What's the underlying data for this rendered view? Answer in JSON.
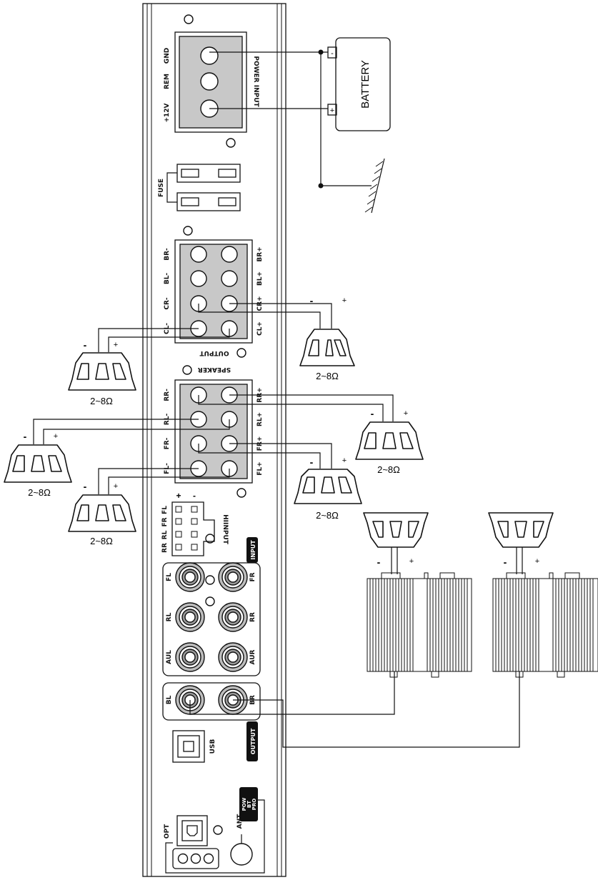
{
  "power": {
    "terminals": [
      "GND",
      "REM",
      "+12V"
    ],
    "section_label": "POWER INPUT",
    "battery_label": "BATTERY",
    "battery_neg": "-",
    "battery_pos": "+"
  },
  "fuse_label": "FUSE",
  "output_block": {
    "left_labels": [
      "BR-",
      "BL-",
      "CR-",
      "CL-"
    ],
    "right_labels": [
      "BR+",
      "BL+",
      "CR+",
      "CL+"
    ],
    "section_label": "OUTPUT"
  },
  "speaker_block": {
    "left_labels": [
      "RR-",
      "RL-",
      "FR-",
      "FL-"
    ],
    "right_labels": [
      "RR+",
      "RL+",
      "FR+",
      "FL+"
    ],
    "section_label": "SPEAKER"
  },
  "hi_input": {
    "rows": [
      "FL",
      "FR",
      "RL",
      "RR"
    ],
    "plus": "+",
    "minus": "-",
    "section_label": "HIINPUT"
  },
  "rca_input": {
    "section_label": "INPUT",
    "left": [
      "FL",
      "RL",
      "AUL"
    ],
    "right": [
      "FR",
      "RR",
      "AUR"
    ]
  },
  "rca_output": {
    "section_label": "OUTPUT",
    "left": "BL",
    "right": "BR"
  },
  "usb_label": "USB",
  "opt_label": "OPT",
  "ant_label": "ANT",
  "status_label": [
    "POW",
    "BT",
    "PRO"
  ],
  "impedance": "2~8Ω",
  "speaker_minus": "-",
  "speaker_plus": "+"
}
